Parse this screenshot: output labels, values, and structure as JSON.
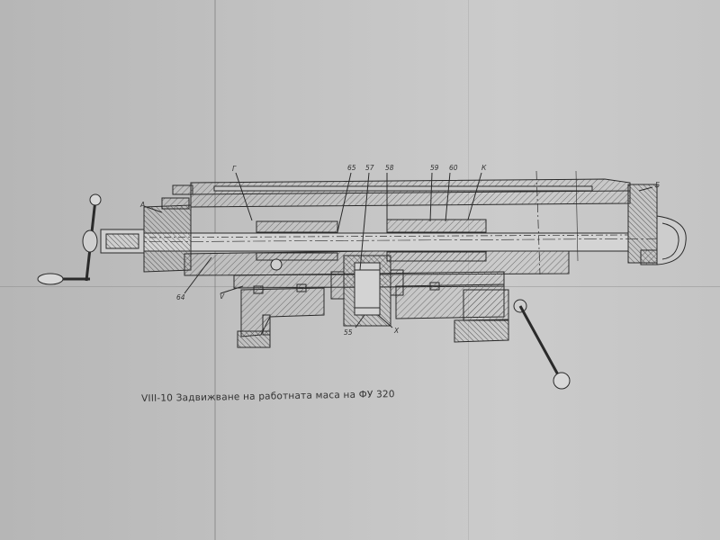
{
  "caption": "VIII-10 Задвижване на работната маса на ФУ 320",
  "callouts": {
    "g": "Г",
    "n65": "65",
    "n57": "57",
    "n58": "58",
    "n59": "59",
    "n60": "60",
    "k": "К",
    "b": "Б",
    "a": "А",
    "n64": "64",
    "v": "V",
    "n55": "55",
    "x": "X"
  },
  "colors": {
    "ink": "#2a2a2a",
    "hatch": "#555555",
    "paper": "#c4c4c4"
  }
}
